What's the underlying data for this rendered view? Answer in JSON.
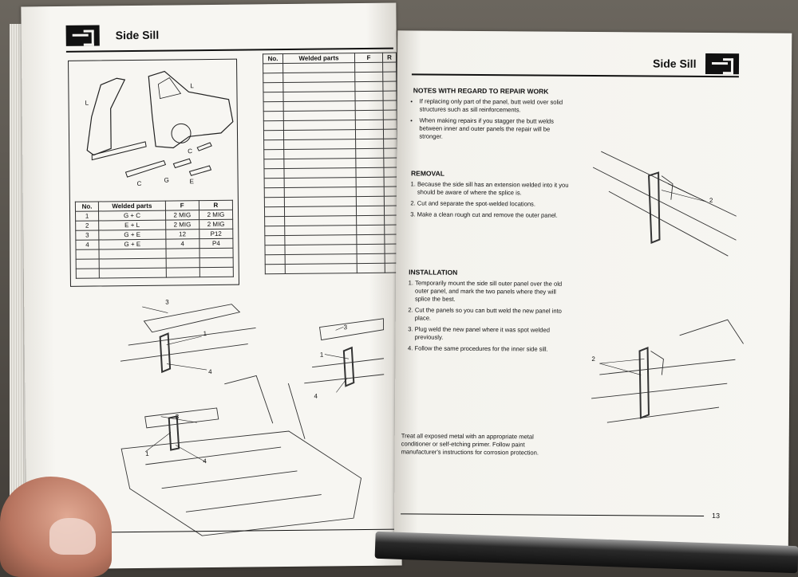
{
  "left_page": {
    "header": {
      "title": "Side Sill",
      "logo_icon": "sill-section-icon"
    },
    "diagram_labels": [
      "L",
      "L",
      "C",
      "C",
      "G",
      "E"
    ],
    "weld_table": {
      "columns": [
        "No.",
        "Welded parts",
        "F",
        "R"
      ],
      "rows": [
        [
          "1",
          "G + C",
          "2 MIG",
          "2 MIG"
        ],
        [
          "2",
          "E + L",
          "2 MIG",
          "2 MIG"
        ],
        [
          "3",
          "G + E",
          "12",
          "P12"
        ],
        [
          "4",
          "G + E",
          "4",
          "P4"
        ]
      ]
    },
    "blank_table": {
      "columns": [
        "No.",
        "Welded parts",
        "F",
        "R"
      ]
    },
    "callouts": [
      "3",
      "1",
      "4",
      "3",
      "1",
      "4",
      "3",
      "1",
      "4"
    ]
  },
  "right_page": {
    "header": {
      "title": "Side Sill",
      "logo_icon": "sill-section-icon"
    },
    "notes": {
      "heading": "NOTES WITH REGARD TO REPAIR WORK",
      "items": [
        "If replacing only part of the panel, butt weld over solid structures such as sill reinforcements.",
        "When making repairs if you stagger the butt welds between inner and outer panels the repair will be stronger."
      ]
    },
    "removal": {
      "heading": "REMOVAL",
      "items": [
        "Because the side sill has an extension welded into it you should be aware of where the splice is.",
        "Cut and separate the spot-welded locations.",
        "Make a clean rough cut and remove the outer panel."
      ]
    },
    "installation": {
      "heading": "INSTALLATION",
      "items": [
        "Temporarily mount the side sill outer panel over the old outer panel, and mark the two panels where they will splice the best.",
        "Cut the panels so you can butt weld the new panel into place.",
        "Plug weld the new panel where it was spot welded previously.",
        "Follow the same procedures for the inner side sill."
      ]
    },
    "footer_note": "Treat all exposed metal with an appropriate metal conditioner or self-etching primer. Follow paint manufacturer's instructions for corrosion protection.",
    "callouts": [
      "2",
      "2"
    ],
    "page_number": "13"
  }
}
